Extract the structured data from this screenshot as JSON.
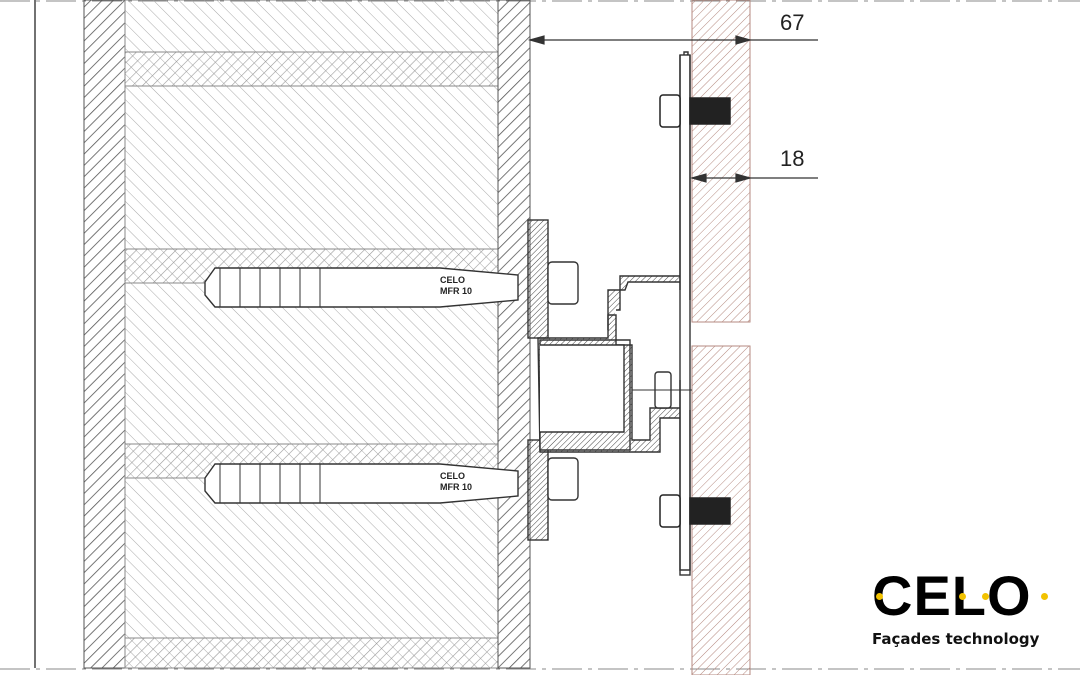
{
  "dimensions": {
    "overall": "67",
    "panel": "18"
  },
  "anchor": {
    "brand": "CELO",
    "model": "MFR 10"
  },
  "logo": {
    "word": "CELO",
    "tagline": "Façades technology",
    "dot_color": "#f2c200"
  },
  "colors": {
    "line": "#444444",
    "panel_hatch": "#b58a80",
    "wall_hatch": "#8a8a8a"
  }
}
